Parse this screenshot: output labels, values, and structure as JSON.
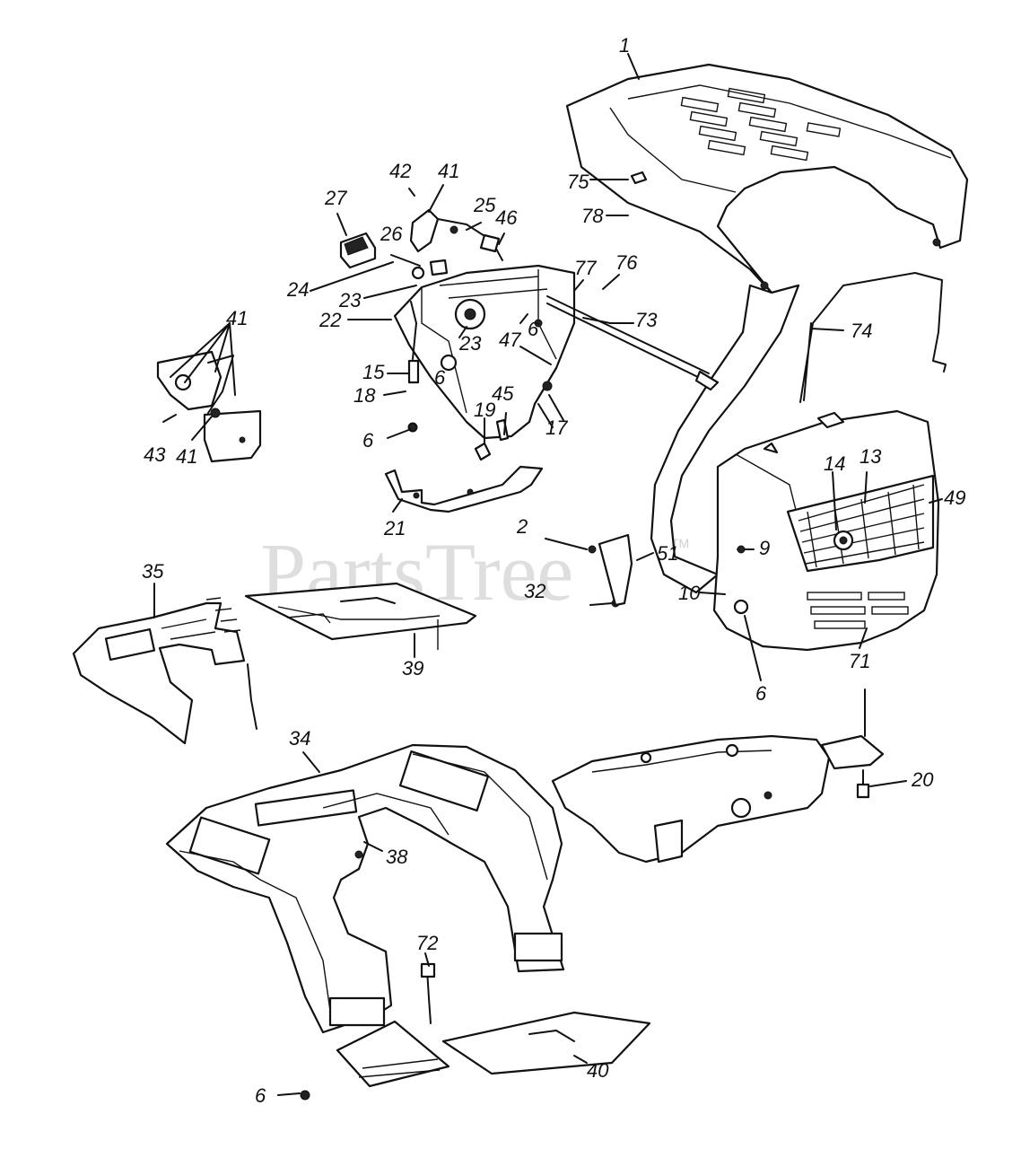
{
  "watermark": {
    "text": "PartsTree",
    "tm": "TM"
  },
  "callouts": {
    "c1": "1",
    "c75": "75",
    "c78": "78",
    "c74": "74",
    "c42": "42",
    "c41a": "41",
    "c27": "27",
    "c25": "25",
    "c46": "46",
    "c26": "26",
    "c24": "24",
    "c23a": "23",
    "c22": "22",
    "c77": "77",
    "c76": "76",
    "c6a": "6",
    "c73": "73",
    "c23b": "23",
    "c47": "47",
    "c15": "15",
    "c6b": "6",
    "c18": "18",
    "c45": "45",
    "c17": "17",
    "c6c": "6",
    "c19": "19",
    "c21": "21",
    "c41b": "41",
    "c43": "43",
    "c41c": "41",
    "c14": "14",
    "c13": "13",
    "c49": "49",
    "c2": "2",
    "c51": "51",
    "c9": "9",
    "c32": "32",
    "c10": "10",
    "c71": "71",
    "c6d": "6",
    "c35": "35",
    "c39": "39",
    "c34": "34",
    "c38": "38",
    "c20": "20",
    "c72": "72",
    "c6e": "6",
    "c40": "40"
  }
}
